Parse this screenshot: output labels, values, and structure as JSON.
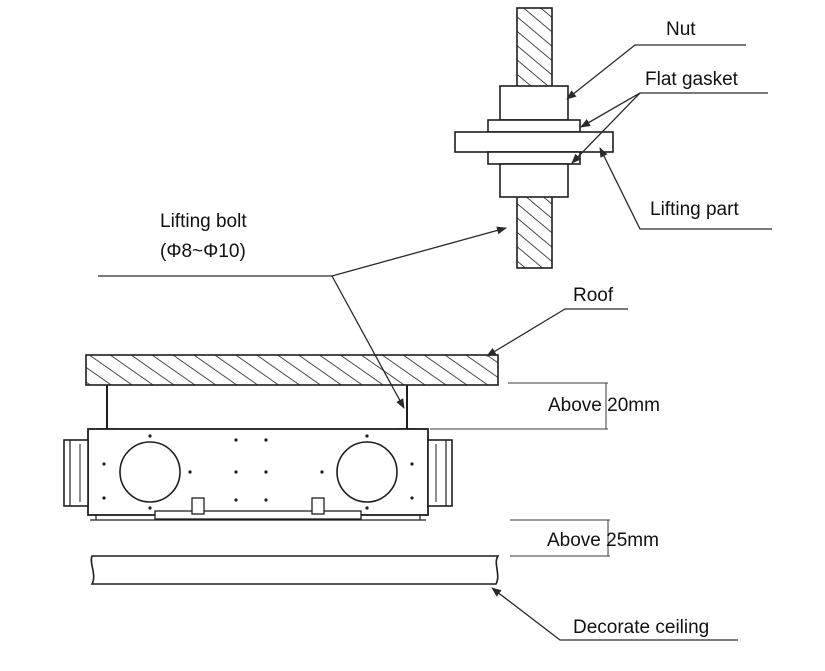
{
  "labels": {
    "nut": "Nut",
    "flat_gasket": "Flat gasket",
    "lifting_part": "Lifting part",
    "lifting_bolt": "Lifting bolt",
    "bolt_spec": "(Φ8~Φ10)",
    "roof": "Roof",
    "gap_top": "Above 20mm",
    "gap_bottom": "Above 25mm",
    "ceiling": "Decorate ceiling"
  },
  "colors": {
    "line": "#2a2a2a",
    "background": "#ffffff"
  }
}
